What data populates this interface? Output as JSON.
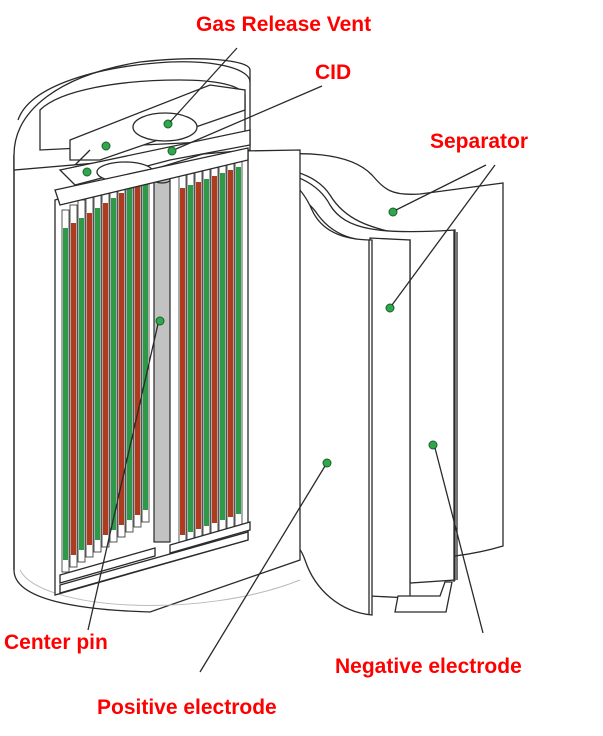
{
  "title": "Cylindrical lithium-ion cell cutaway",
  "colors": {
    "label": "#ff0000",
    "positive_strip": "#b03a1c",
    "negative_strip": "#2e9a48",
    "marker": "#2ea84a",
    "center_pin": "#c2c2c2",
    "outline": "#2a2a2a"
  },
  "labels": {
    "gas_release_vent": "Gas Release Vent",
    "cid": "CID",
    "separator": "Separator",
    "center_pin": "Center pin",
    "negative_electrode": "Negative electrode",
    "positive_electrode": "Positive electrode"
  },
  "components": [
    {
      "id": "gas_release_vent",
      "name": "Gas Release Vent"
    },
    {
      "id": "cid",
      "name": "CID"
    },
    {
      "id": "separator",
      "name": "Separator"
    },
    {
      "id": "center_pin",
      "name": "Center pin"
    },
    {
      "id": "negative_electrode",
      "name": "Negative electrode"
    },
    {
      "id": "positive_electrode",
      "name": "Positive electrode"
    }
  ]
}
